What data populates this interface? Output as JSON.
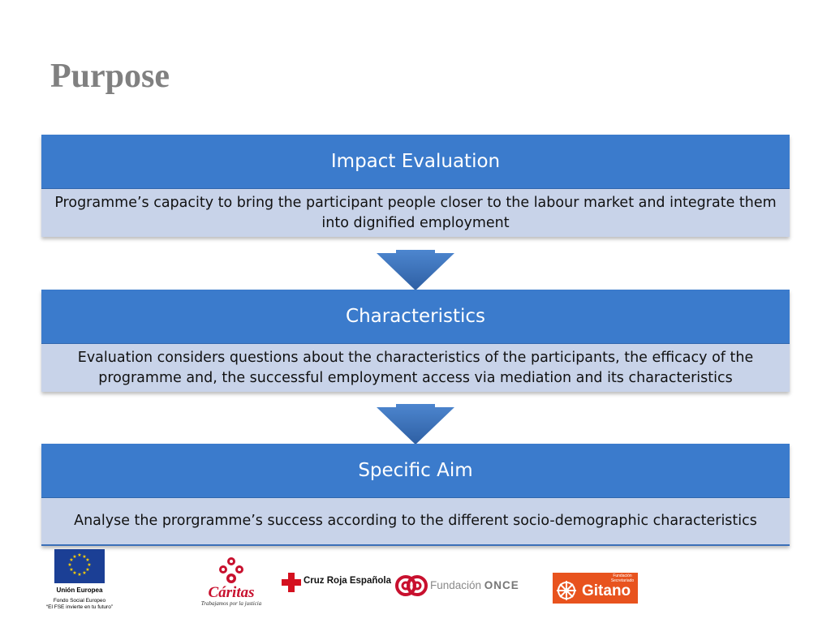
{
  "slide": {
    "title": "Purpose"
  },
  "blocks": [
    {
      "heading": "Impact Evaluation",
      "body": "Programme’s capacity to bring the participant people closer to the labour market and integrate them into dignified employment"
    },
    {
      "heading": "Characteristics",
      "body": "Evaluation considers questions about the characteristics of the participants, the efficacy of the programme and, the successful employment access via mediation and its characteristics"
    },
    {
      "heading": "Specific Aim",
      "body": "Analyse the prorgramme’s success according to the different socio-demographic characteristics"
    }
  ],
  "footer_logos": {
    "eu": {
      "name": "Unión Europea",
      "fund": "Fondo Social Europeo",
      "motto": "“El FSE invierte en tu futuro”"
    },
    "caritas": {
      "name": "Cáritas",
      "tagline": "Trabajamos por la justicia"
    },
    "cruz_roja": {
      "name": "Cruz Roja Española"
    },
    "once": {
      "name_light": "Fundación ",
      "name_bold": "ONCE"
    },
    "gitano": {
      "small": "Fundación Secretariado",
      "name": "Gitano"
    }
  },
  "colors": {
    "header_blue": "#3b7bcc",
    "body_lightblue": "#c8d3e9",
    "arrow_blue": "#3a6fb5",
    "title_gray": "#808080"
  }
}
